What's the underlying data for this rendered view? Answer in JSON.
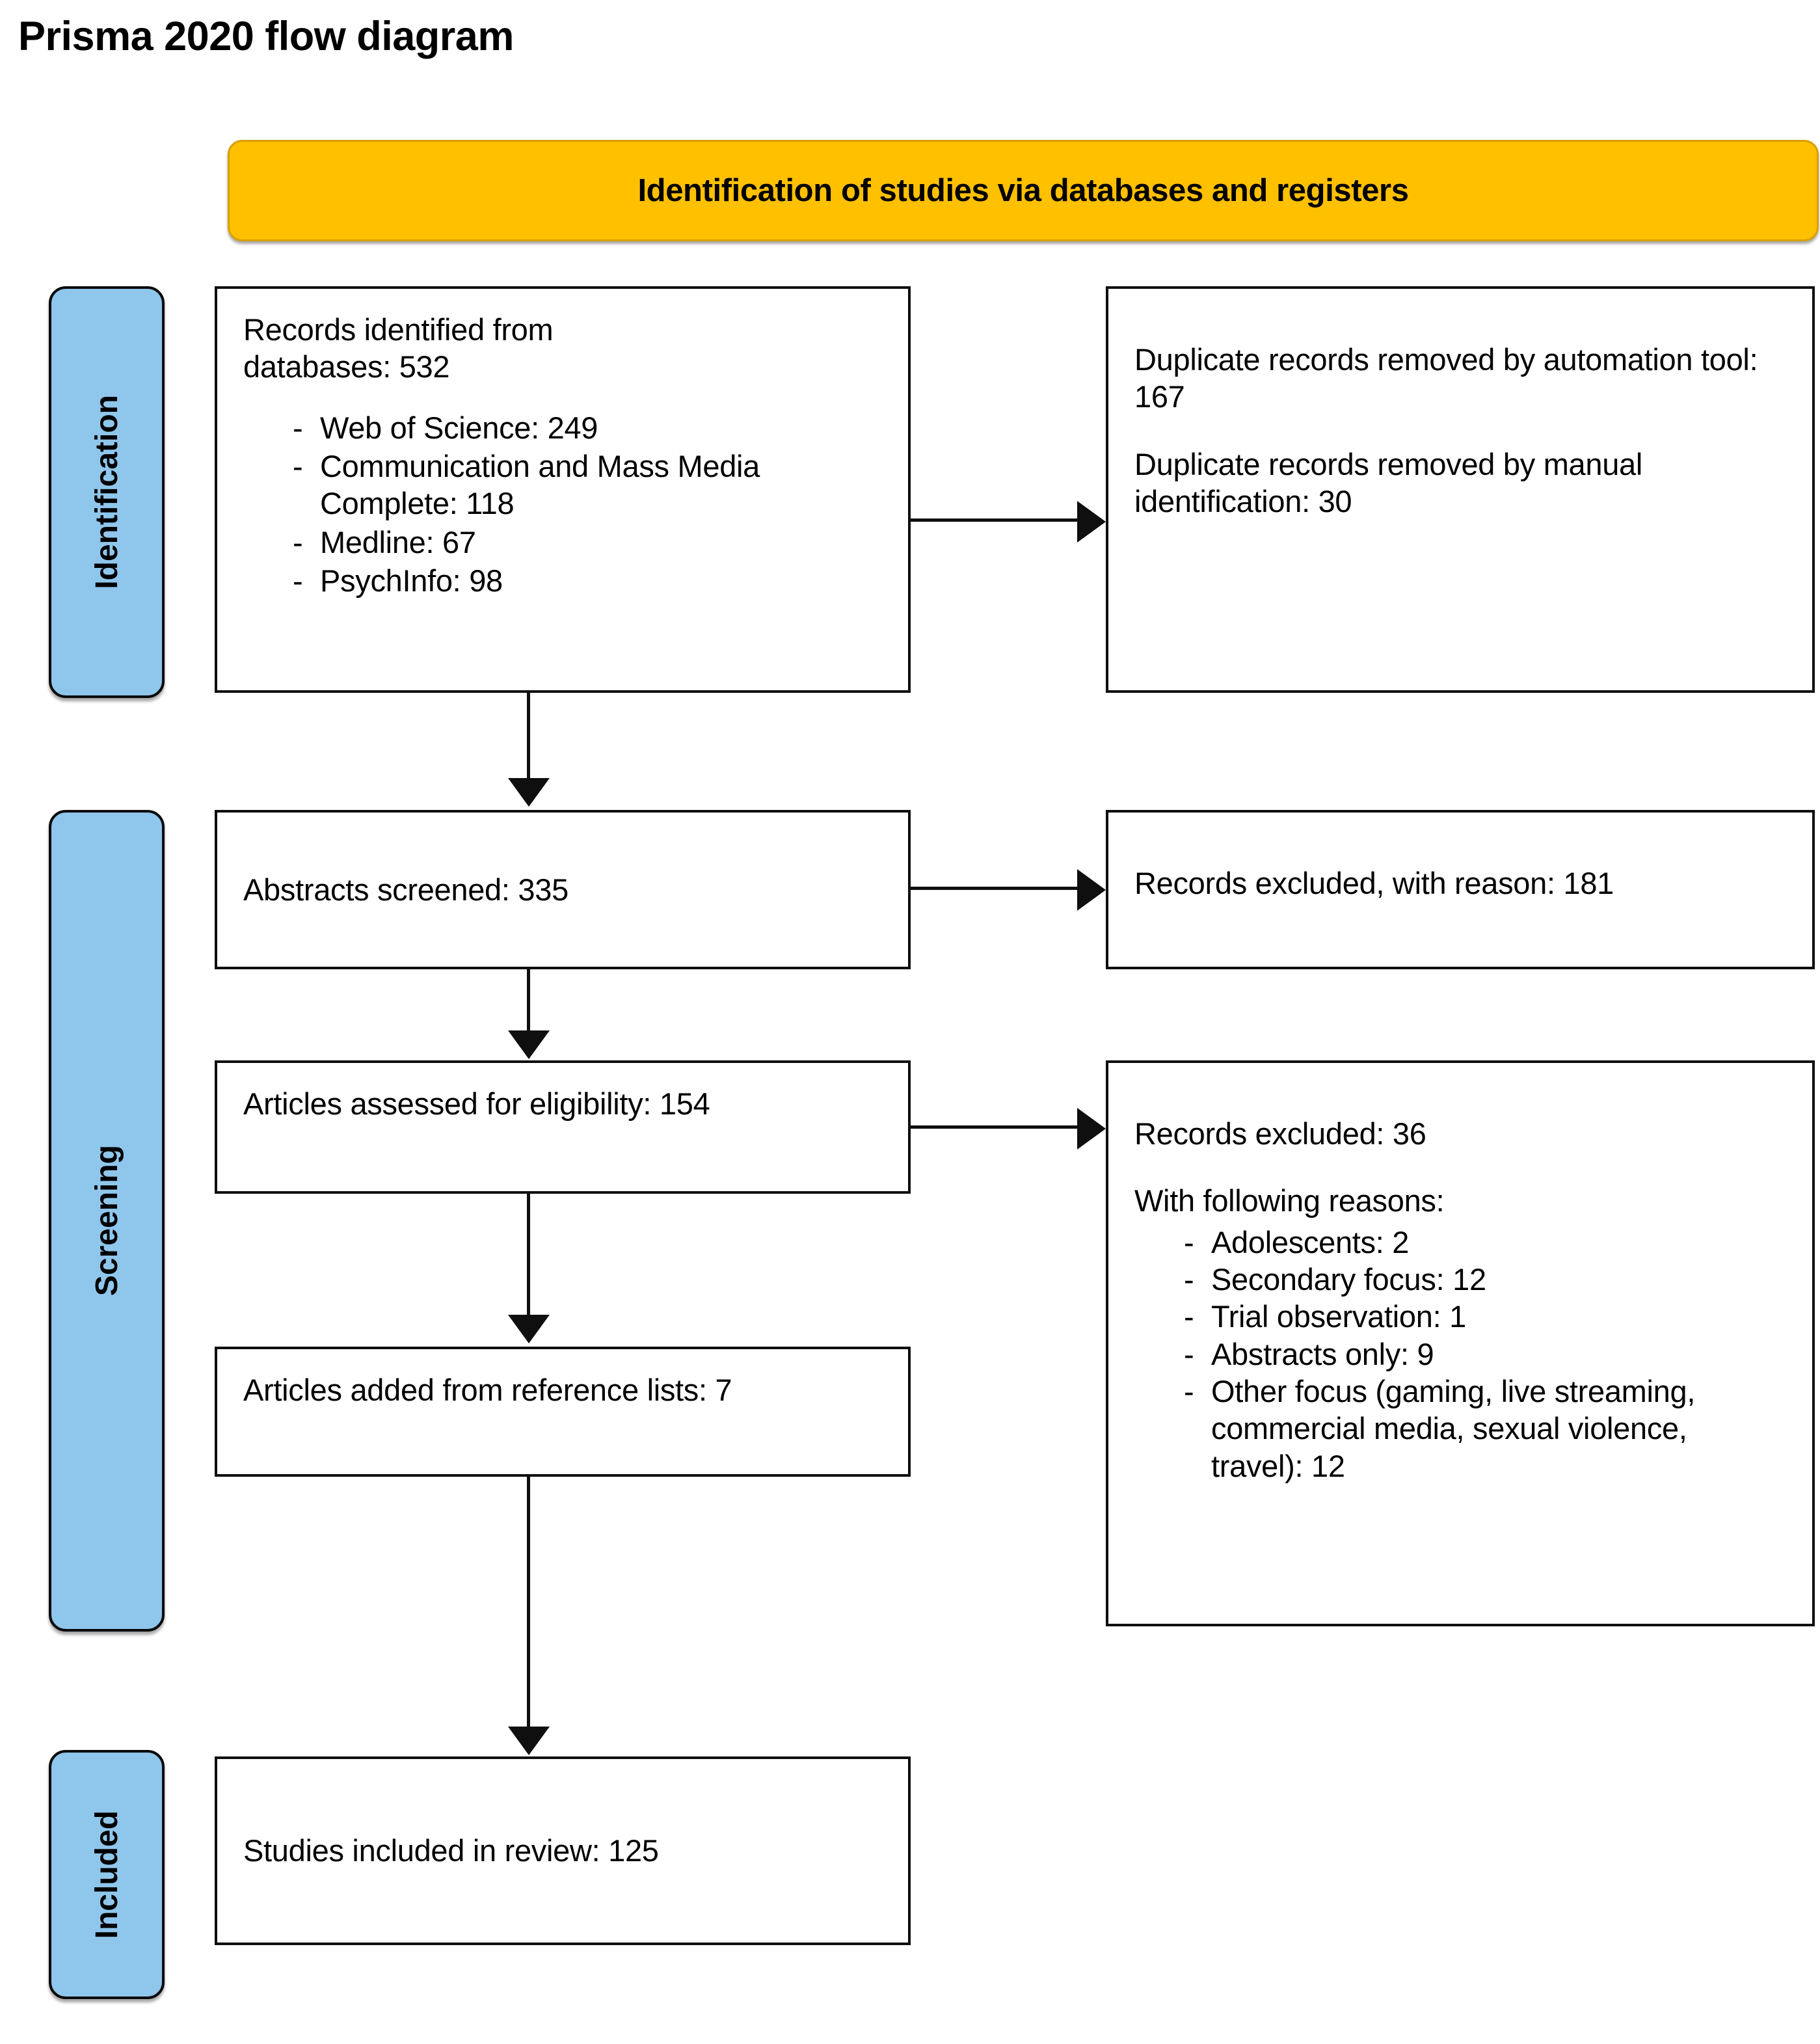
{
  "title": "Prisma 2020 flow diagram",
  "banner": {
    "label": "Identification of studies via databases and registers"
  },
  "stages": {
    "identification": "Identification",
    "screening": "Screening",
    "included": "Included"
  },
  "boxes": {
    "records_identified": {
      "line1": "Records identified from",
      "line2": "databases: 532",
      "sources": [
        {
          "dash": "-",
          "text": "Web of Science: 249"
        },
        {
          "dash": "-",
          "text": "Communication and Mass Media Complete: 118"
        },
        {
          "dash": "-",
          "text": "Medline: 67"
        },
        {
          "dash": "-",
          "text": "PsychInfo: 98"
        }
      ]
    },
    "duplicates_removed": {
      "line1": "Duplicate records removed by automation tool: 167",
      "line2": "Duplicate records removed by manual identification: 30"
    },
    "abstracts_screened": {
      "text": "Abstracts screened: 335"
    },
    "records_excluded_reason": {
      "text": "Records excluded, with reason: 181"
    },
    "articles_eligibility": {
      "text": "Articles assessed for eligibility: 154"
    },
    "records_excluded_detail": {
      "heading": "Records excluded: 36",
      "subheading": "With following reasons:",
      "reasons": [
        {
          "dash": "-",
          "text": "Adolescents: 2"
        },
        {
          "dash": "-",
          "text": "Secondary focus: 12"
        },
        {
          "dash": "-",
          "text": "Trial observation: 1"
        },
        {
          "dash": "-",
          "text": "Abstracts only: 9"
        },
        {
          "dash": "-",
          "text": "Other focus (gaming, live streaming, commercial media, sexual violence, travel): 12"
        }
      ]
    },
    "articles_reference": {
      "text": "Articles added from reference lists: 7"
    },
    "studies_included": {
      "text": "Studies included in review: 125"
    }
  },
  "colors": {
    "banner_fill": "#FFC000",
    "banner_border": "#D99F00",
    "stage_fill": "#8FC6EC",
    "stage_border": "#0A0A0A",
    "box_border": "#0F0F0F",
    "connector": "#0F0F0F"
  },
  "chart_data": {
    "type": "diagram",
    "title": "Prisma 2020 flow diagram",
    "nodes": [
      {
        "id": "records_identified",
        "label": "Records identified from databases",
        "value": 532,
        "breakdown": {
          "Web of Science": 249,
          "Communication and Mass Media Complete": 118,
          "Medline": 67,
          "PsychInfo": 98
        }
      },
      {
        "id": "duplicates_removed",
        "label": "Duplicate records removed",
        "breakdown": {
          "by automation tool": 167,
          "by manual identification": 30
        }
      },
      {
        "id": "abstracts_screened",
        "label": "Abstracts screened",
        "value": 335
      },
      {
        "id": "records_excluded_reason",
        "label": "Records excluded, with reason",
        "value": 181
      },
      {
        "id": "articles_eligibility",
        "label": "Articles assessed for eligibility",
        "value": 154
      },
      {
        "id": "records_excluded_detail",
        "label": "Records excluded",
        "value": 36,
        "breakdown": {
          "Adolescents": 2,
          "Secondary focus": 12,
          "Trial observation": 1,
          "Abstracts only": 9,
          "Other focus (gaming, live streaming, commercial media, sexual violence, travel)": 12
        }
      },
      {
        "id": "articles_reference",
        "label": "Articles added from reference lists",
        "value": 7
      },
      {
        "id": "studies_included",
        "label": "Studies included in review",
        "value": 125
      }
    ],
    "edges": [
      {
        "from": "records_identified",
        "to": "duplicates_removed",
        "direction": "right"
      },
      {
        "from": "records_identified",
        "to": "abstracts_screened",
        "direction": "down"
      },
      {
        "from": "abstracts_screened",
        "to": "records_excluded_reason",
        "direction": "right"
      },
      {
        "from": "abstracts_screened",
        "to": "articles_eligibility",
        "direction": "down"
      },
      {
        "from": "articles_eligibility",
        "to": "records_excluded_detail",
        "direction": "right"
      },
      {
        "from": "articles_eligibility",
        "to": "articles_reference",
        "direction": "down"
      },
      {
        "from": "articles_reference",
        "to": "studies_included",
        "direction": "down"
      }
    ],
    "stages": [
      "Identification",
      "Screening",
      "Included"
    ]
  }
}
